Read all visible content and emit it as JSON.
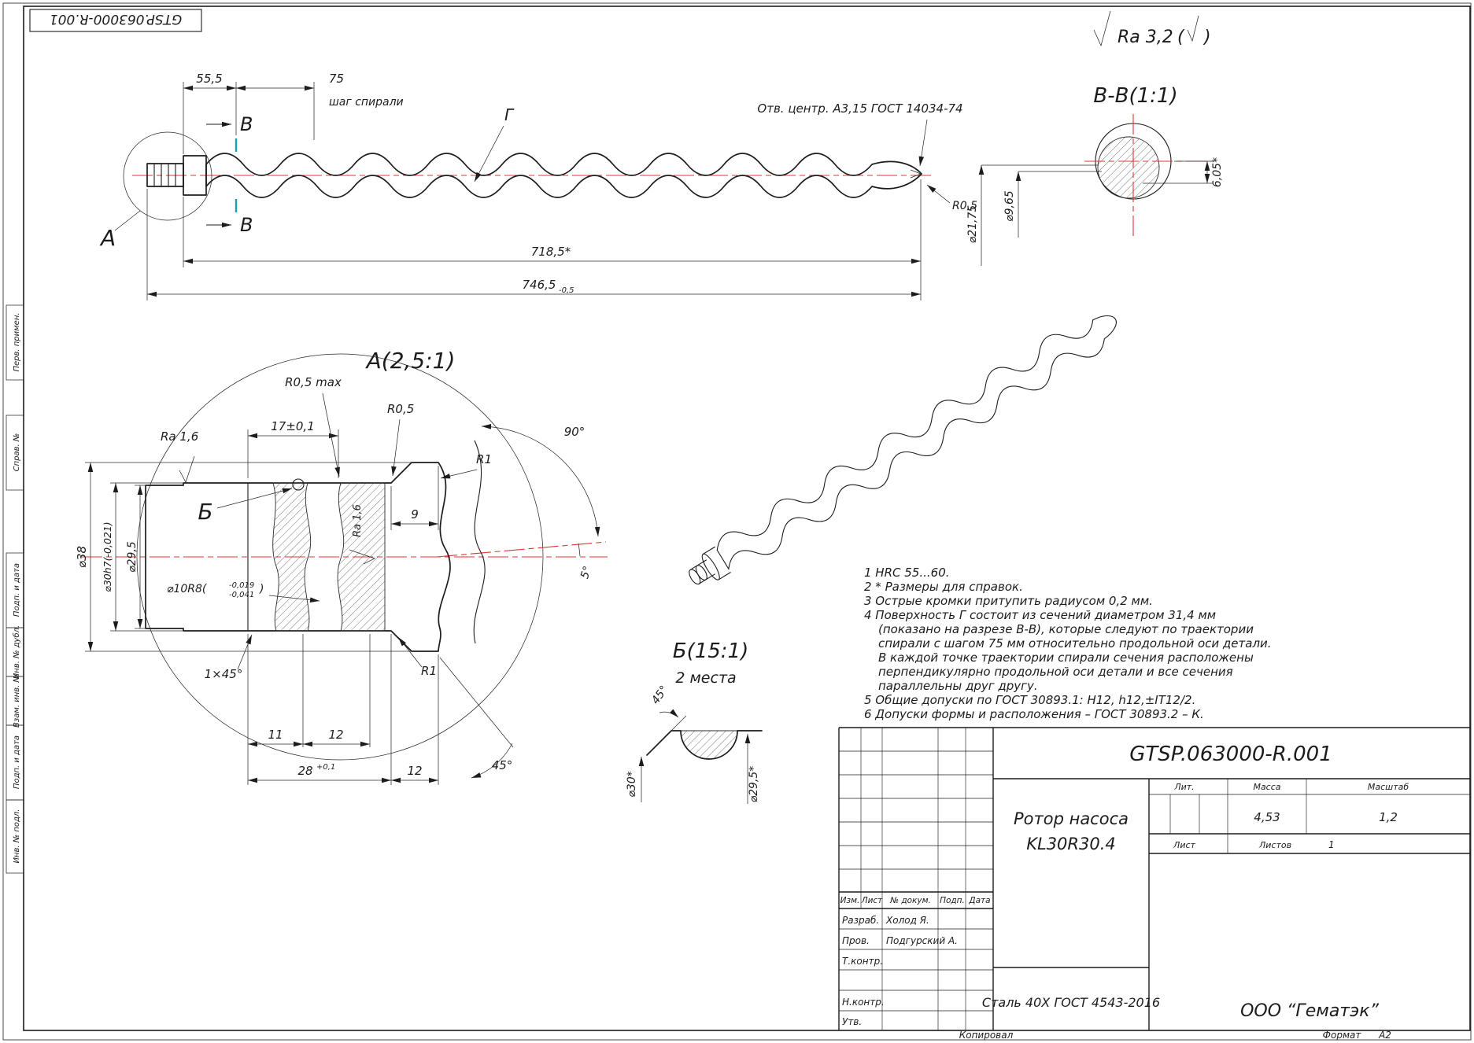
{
  "colors": {
    "centerline": "#e23434",
    "section_mark": "#13a3a8",
    "ink": "#1c1c1c"
  },
  "stamp": {
    "doc_number": "GTSP.063000-R.001"
  },
  "surface_note": {
    "value": "Ra 3,2",
    "paren_open": "(",
    "paren_close": ")"
  },
  "margin": {
    "perv": "Перв. примен.",
    "sprav": "Справ. №",
    "podp1": "Подп. и дата",
    "inv_dubl": "Инв. № дубл.",
    "vzam": "Взам. инв. №",
    "podp2": "Подп. и дата",
    "inv_podl": "Инв. № подл."
  },
  "main_view": {
    "dim_55_5": "55,5",
    "dim_75": "75",
    "spiral_pitch": "шаг спирали",
    "section_label_top": "В",
    "section_label_bottom": "В",
    "surface_label": "Г",
    "center_hole_note": "Отв. центр. А3,15 ГОСТ 14034-74",
    "tip_radius": "R0,5",
    "dim_718": "718,5*",
    "dim_746": "746,5",
    "dim_746_tol": "-0,5",
    "detail_label": "А"
  },
  "section_bb": {
    "title": "В-В(1:1)",
    "dia_21_75": "⌀21,75",
    "dia_9_65": "⌀9,65",
    "dim_6_05": "6,05*"
  },
  "detail_a": {
    "title": "А(2,5:1)",
    "r05_max": "R0,5 max",
    "r05": "R0,5",
    "ra_16_top": "Ra 1,6",
    "dim_17": "17±0,1",
    "angle_90": "90°",
    "r1_top": "R1",
    "dim_9": "9",
    "dia_38": "⌀38",
    "dia_30h7": "⌀30h7(-0,021)",
    "dia_29_5": "⌀29,5",
    "detail_b_label": "Б",
    "dia_10r8_prefix": "⌀10R8(",
    "dia_10r8_tol_top": "-0,019",
    "dia_10r8_tol_bot": "-0,041",
    "dia_10r8_suffix": ")",
    "ra_16_inner": "Ra 1,6",
    "angle_5": "5°",
    "chamfer": "1×45°",
    "dim_11": "11",
    "dim_12_left": "12",
    "dim_28": "28",
    "dim_28_tol": "+0,1",
    "dim_12_right": "12",
    "angle_45": "45°",
    "r1_bottom": "R1"
  },
  "detail_b": {
    "title": "Б(15:1)",
    "places": "2 места",
    "angle_45": "45°",
    "dia_30": "⌀30*",
    "dia_29_5": "⌀29,5*"
  },
  "tech_requirements": {
    "lines": [
      "1 HRC 55...60.",
      "2  * Размеры для справок.",
      "3  Острые кромки притупить радиусом 0,2 мм.",
      "4  Поверхность  Г  состоит  из  сечений  диаметром  31,4  мм",
      "(показано на разрезе В-В), которые следуют по траектории",
      "спирали с шагом 75 мм относительно продольной оси детали.",
      "В  каждой точке  траектории  спирали  сечения  расположены",
      "перпендикулярно  продольной  оси  детали  и  все  сечения",
      "параллельны друг другу.",
      "5  Общие допуски по ГОСТ 30893.1: Н12, h12,±IT12/2.",
      "6  Допуски формы и расположения – ГОСТ 30893.2 – К."
    ]
  },
  "title_block": {
    "doc_number": "GTSP.063000-R.001",
    "col_izm": "Изм.",
    "col_list": "Лист",
    "col_doc": "№ докум.",
    "col_podp": "Подп.",
    "col_data": "Дата",
    "razrab_label": "Разраб.",
    "razrab_name": "Холод Я.",
    "prov_label": "Пров.",
    "prov_name": "Подгурский А.",
    "tkontr_label": "Т.контр.",
    "nkontr_label": "Н.контр.",
    "utv_label": "Утв.",
    "part_name_line1": "Ротор насоса",
    "part_name_line2": "KL30R30.4",
    "lit_label": "Лит.",
    "massa_label": "Масса",
    "masshtab_label": "Масштаб",
    "massa_value": "4,53",
    "masshtab_value": "1,2",
    "list_label": "Лист",
    "listov_label": "Листов",
    "listov_value": "1",
    "material": "Сталь 40Х ГОСТ 4543-2016",
    "company": "ООО “Гематэк”"
  },
  "footer": {
    "copied": "Копировал",
    "format_label": "Формат",
    "format_value": "А2"
  }
}
